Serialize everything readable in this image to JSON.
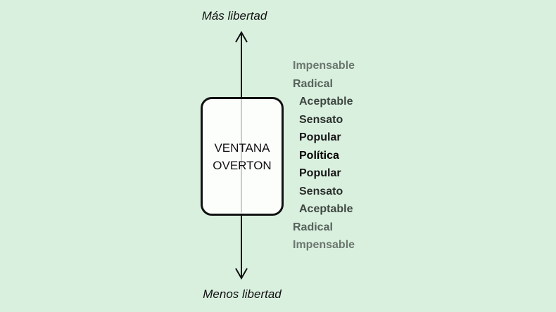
{
  "top_label": "Más libertad",
  "bottom_label": "Menos libertad",
  "window": {
    "line1": "VENTANA",
    "line2": "OVERTON"
  },
  "levels": [
    {
      "text": "Impensable",
      "color": "#6b776e"
    },
    {
      "text": "Radical",
      "color": "#56625a"
    },
    {
      "text": "Aceptable",
      "color": "#3d4640"
    },
    {
      "text": "Sensato",
      "color": "#2a2f2b"
    },
    {
      "text": "Popular",
      "color": "#151515"
    },
    {
      "text": "Política",
      "color": "#000000"
    },
    {
      "text": "Popular",
      "color": "#151515"
    },
    {
      "text": "Sensato",
      "color": "#2a2f2b"
    },
    {
      "text": "Aceptable",
      "color": "#3d4640"
    },
    {
      "text": "Radical",
      "color": "#56625a"
    },
    {
      "text": "Impensable",
      "color": "#6b776e"
    }
  ]
}
